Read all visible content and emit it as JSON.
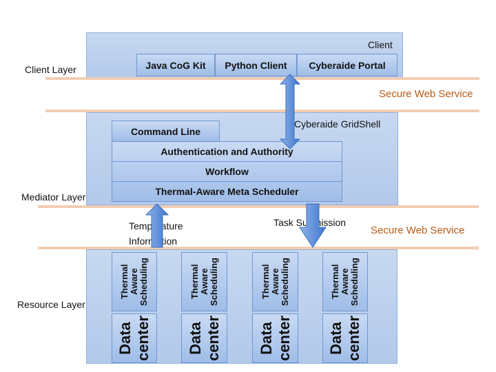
{
  "layers": {
    "client": "Client Layer",
    "mediator": "Mediator Layer",
    "resource": "Resource Layer"
  },
  "client_box": {
    "title": "Client",
    "items": [
      "Java CoG Kit",
      "Python Client",
      "Cyberaide Portal"
    ]
  },
  "secure_service": [
    "Secure Web Service",
    "Secure Web Service"
  ],
  "mediator_box": {
    "title": "Cyberaide GridShell",
    "command_line": "Command Line",
    "stack": [
      "Authentication and Authority",
      "Workflow",
      "Thermal-Aware Meta Scheduler"
    ]
  },
  "flows": {
    "temperature": "Temperature\nInformation",
    "task": "Task Submission"
  },
  "resource_nodes": [
    {
      "scheduling": "Thermal\nAware\nScheduling",
      "datacenter": "Data\ncenter"
    },
    {
      "scheduling": "Thermal\nAware\nScheduling",
      "datacenter": "Data\ncenter"
    },
    {
      "scheduling": "Thermal\nAware\nScheduling",
      "datacenter": "Data\ncenter"
    },
    {
      "scheduling": "Thermal\nAware\nScheduling",
      "datacenter": "Data\ncenter"
    }
  ],
  "colors": {
    "layer_fill": "#bcd0ee",
    "button_fill": "#b3cbee",
    "separator": "#f2cdb2",
    "service_text": "#b65a15",
    "arrow": "#4f86d6"
  }
}
